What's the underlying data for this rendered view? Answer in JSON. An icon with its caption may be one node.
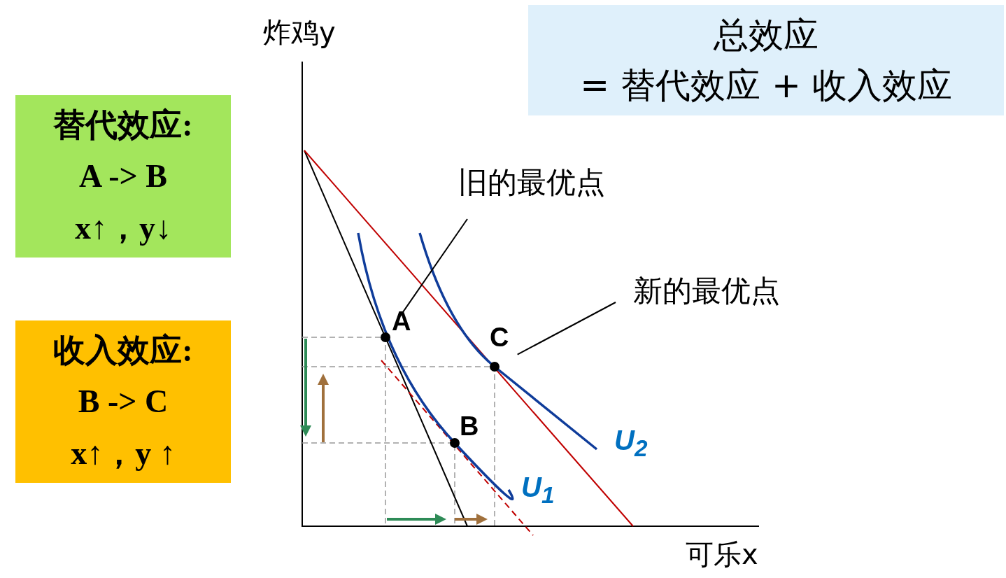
{
  "diagram": {
    "nodes": [
      {
        "text": [
          "总效应",
          "= 替代效应 + 收入效应"
        ]
      },
      {
        "text": [
          "替代效应:",
          "A -> B",
          "x↑，y↓"
        ]
      },
      {
        "text": [
          "旧的最优点"
        ]
      },
      {
        "text": [
          "新的最优点"
        ]
      },
      {
        "text": [],
        "shape": "circle",
        "beside": [
          "A"
        ]
      },
      {
        "text": [],
        "shape": "circle",
        "beside": [
          "C"
        ]
      },
      {
        "text": [
          "收入效应:",
          "B -> C",
          "x↑，y ↑"
        ]
      },
      {
        "text": [],
        "shape": "circle",
        "beside": [
          "B"
        ]
      }
    ],
    "edges": [
      {
        "from": 2,
        "to": 4,
        "arrow": "none"
      },
      {
        "from": 3,
        "to": 5,
        "arrow": "none"
      }
    ],
    "labels": [
      "炸鸡y",
      "U$_{2}$",
      "U$_{1}$",
      "可乐x"
    ]
  }
}
